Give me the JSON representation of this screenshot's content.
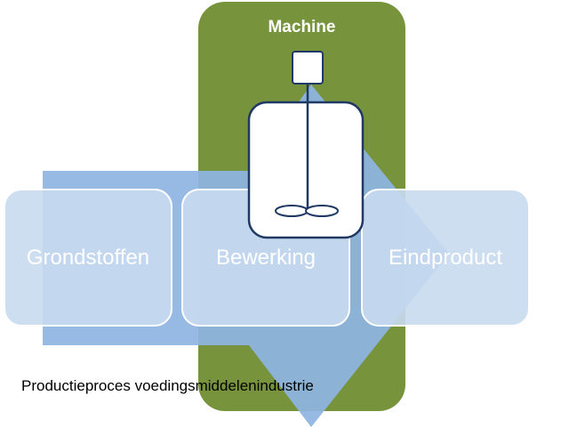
{
  "diagram": {
    "machine_label": "Machine",
    "stages": [
      {
        "label": "Grondstoffen"
      },
      {
        "label": "Bewerking"
      },
      {
        "label": "Eindproduct"
      }
    ],
    "caption": "Productieproces voedingsmiddelenindustrie",
    "colors": {
      "machine_panel": "#77933c",
      "flow_arrow": "#8eb4e3",
      "stage_fill": "#c8daf0",
      "mixer_stroke": "#1f3864"
    },
    "icons": [
      "mixer-vessel-icon",
      "flow-arrow"
    ]
  }
}
